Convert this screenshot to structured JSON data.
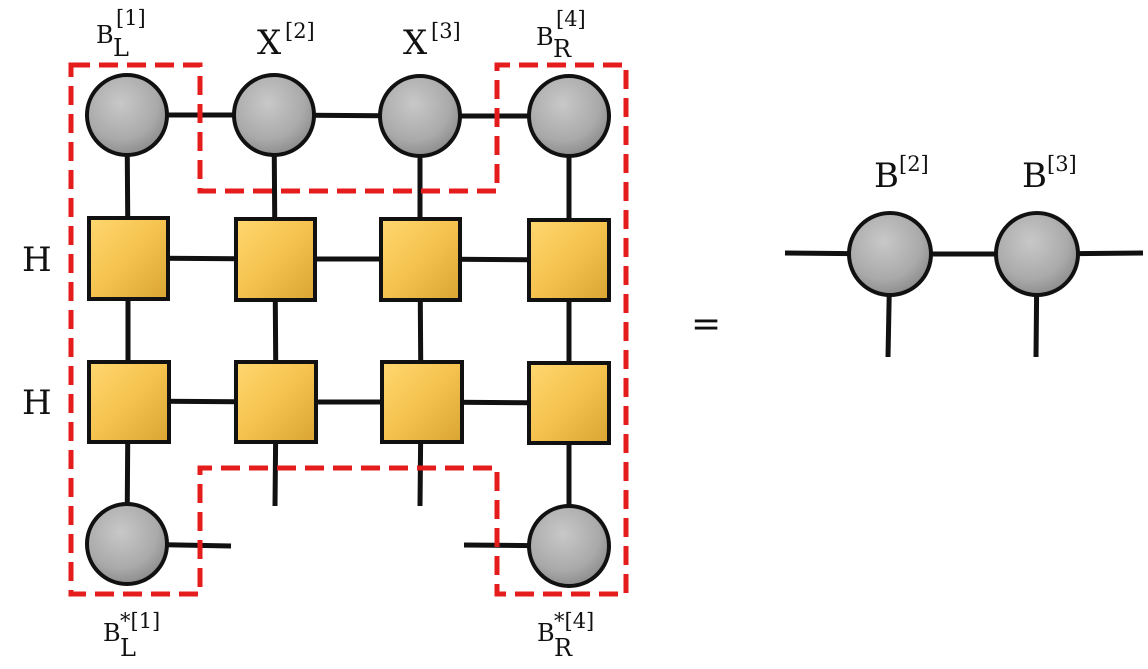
{
  "diagram": {
    "left_labels": {
      "bl_top_base": "B",
      "bl_top_sub": "L",
      "bl_top_sup": "[1]",
      "x2_base": "X",
      "x2_sup": "[2]",
      "x3_base": "X",
      "x3_sup": "[3]",
      "br_top_base": "B",
      "br_top_sub": "R",
      "br_top_sup": "[4]",
      "bl_bot_base": "B",
      "bl_bot_sub": "L",
      "bl_bot_sup": "*[1]",
      "br_bot_base": "B",
      "br_bot_sub": "R",
      "br_bot_sup": "*[4]"
    },
    "row_labels": [
      "H",
      "H"
    ],
    "equals": "=",
    "right_labels": {
      "b2_base": "B",
      "b2_sup": "[2]",
      "b3_base": "B",
      "b3_sup": "[3]"
    },
    "colors": {
      "circle_fill": "#aaaaaa",
      "square_fill": "#f5c24e",
      "outline": "#111111",
      "dashed_box": "#e51c1c"
    }
  }
}
